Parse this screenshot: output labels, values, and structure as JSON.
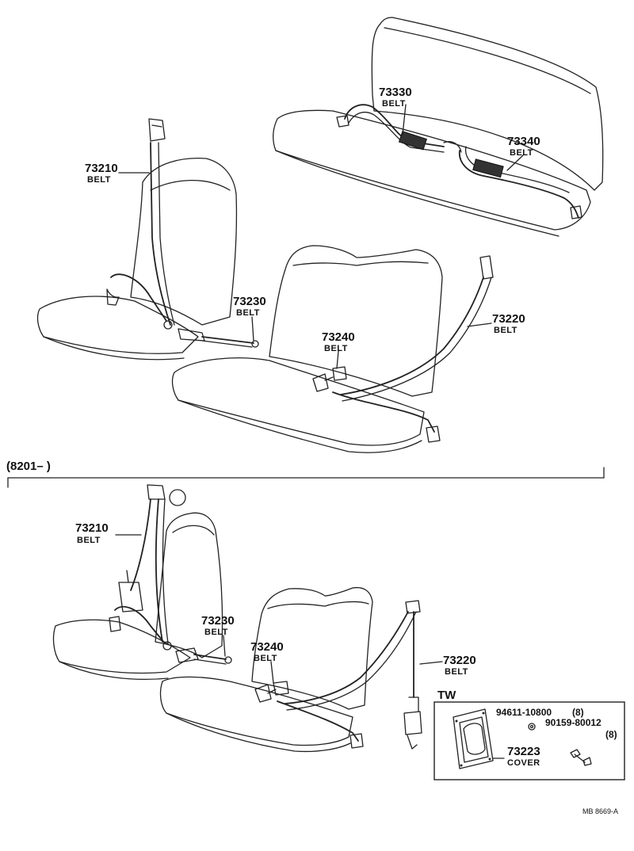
{
  "top_section": {
    "labels": [
      {
        "key": "t73330",
        "number": "73330",
        "name": "BELT"
      },
      {
        "key": "t73340",
        "number": "73340",
        "name": "BELT"
      },
      {
        "key": "t73210",
        "number": "73210",
        "name": "BELT"
      },
      {
        "key": "t73230",
        "number": "73230",
        "name": "BELT"
      },
      {
        "key": "t73220",
        "number": "73220",
        "name": "BELT"
      },
      {
        "key": "t73240",
        "number": "73240",
        "name": "BELT"
      }
    ]
  },
  "divider": {
    "text": "(8201–          )"
  },
  "bottom_section": {
    "labels": [
      {
        "key": "b73210",
        "number": "73210",
        "name": "BELT"
      },
      {
        "key": "b73230",
        "number": "73230",
        "name": "BELT"
      },
      {
        "key": "b73240",
        "number": "73240",
        "name": "BELT"
      },
      {
        "key": "b73220",
        "number": "73220",
        "name": "BELT"
      }
    ],
    "inset": {
      "title": "TW",
      "parts": [
        {
          "number": "94611-10800",
          "qty": "(8)"
        },
        {
          "number": "90159-80012",
          "qty": "(8)"
        },
        {
          "number": "73223",
          "name": "COVER"
        }
      ]
    }
  },
  "footer": {
    "code": "MB  8669-A"
  }
}
